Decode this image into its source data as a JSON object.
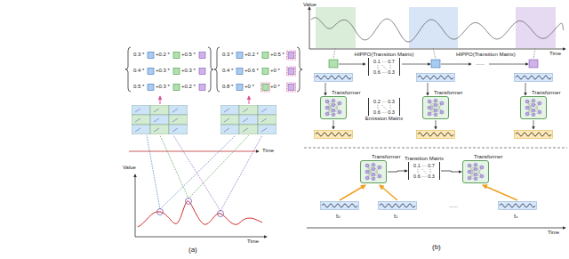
{
  "diagram": {
    "nodes": [
      {
        "text": [
          "HIPPO(Transition Matrix)",
          "0.1 ··· 0.7",
          "⋮ ⋱ ⋮",
          "0.6 ··· 0.3"
        ]
      },
      {
        "text": [
          "Transformer"
        ]
      },
      {
        "text": [
          "Transformer"
        ]
      },
      {
        "text": [
          "Transformer"
        ]
      },
      {
        "text": [
          "0.2 ··· 0.3",
          "⋮ ⋱ ⋮",
          "0.6 ··· 0.3",
          "Emission Matrix"
        ]
      },
      {
        "text": [
          "Transformer"
        ]
      },
      {
        "text": [
          "Transition Matrix",
          "0.1 ··· 0.7",
          "⋮ ⋱ ⋮",
          "0.6 ··· 0.3"
        ]
      },
      {
        "text": [
          "Transformer"
        ]
      }
    ],
    "edges": [
      {
        "from": 5,
        "to": 6,
        "arrow": "to"
      },
      {
        "from": 6,
        "to": 7,
        "arrow": "to"
      }
    ],
    "labels": [
      "0.3 *",
      "+0.2 *",
      "+0.5 *",
      "0.4 *",
      "+0.3 *",
      "+0.3 *",
      "0.5 *",
      "+0.3 *",
      "+0.2 *",
      "0.3 *",
      "+0.2 *",
      "+0.5 *",
      "0.4 *",
      "+0.6 *",
      "+0 *",
      "0.8 *",
      "+0 *",
      "+0 *",
      "Time",
      "Value",
      "Time",
      "(a)",
      "Value",
      "Time",
      "HIPPO(Transition Matrix)",
      "......",
      "......",
      "t₀",
      "t₁",
      "tₙ",
      "Time",
      "(b)"
    ]
  }
}
